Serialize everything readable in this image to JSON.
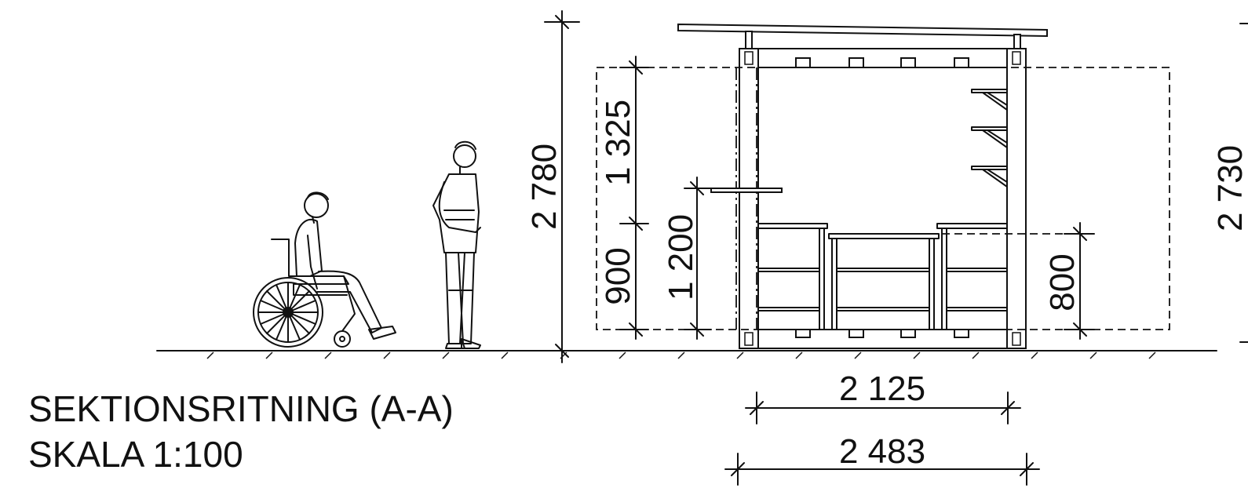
{
  "title": {
    "line1": "SEKTIONSRITNING (A-A)",
    "line2": "SKALA 1:100"
  },
  "dimensions": {
    "overall_height": "2 780",
    "upper_section": "1 325",
    "lower_section": "900",
    "counter_height": "1 200",
    "right_height": "800",
    "right_edge_height": "2 730",
    "inner_width": "2 125",
    "outer_width": "2 483"
  },
  "figures": [
    "wheelchair-user-icon",
    "standing-person-icon"
  ]
}
